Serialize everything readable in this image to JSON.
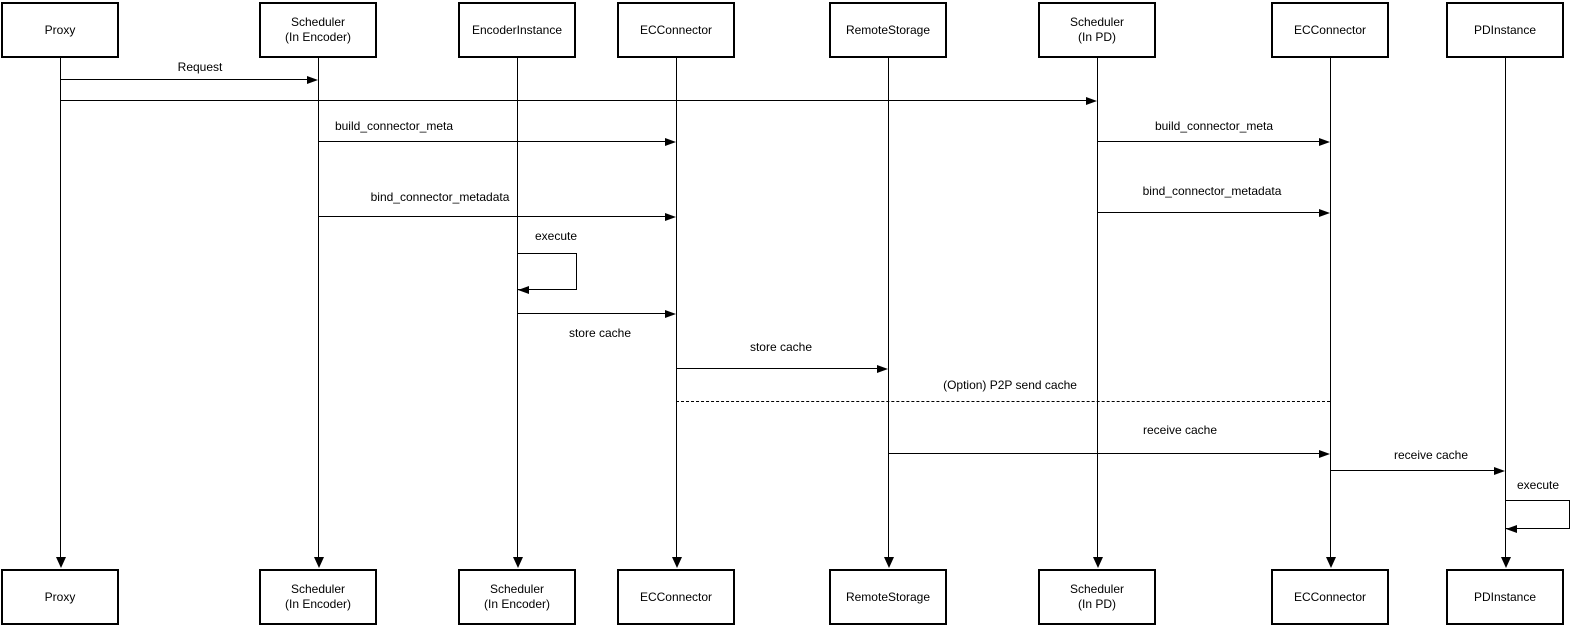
{
  "diagram": {
    "kind": "sequence-diagram",
    "colors": {
      "line": "#000000",
      "text": "#000000",
      "box_fill": "#ffffff",
      "background": "#ffffff"
    },
    "participants": [
      {
        "top": "Proxy",
        "bottom": "Proxy"
      },
      {
        "top": "Scheduler\n(In Encoder)",
        "bottom": "Scheduler\n(In Encoder)"
      },
      {
        "top": "EncoderInstance",
        "bottom": "Scheduler\n(In Encoder)"
      },
      {
        "top": "ECConnector",
        "bottom": "ECConnector"
      },
      {
        "top": "RemoteStorage",
        "bottom": "RemoteStorage"
      },
      {
        "top": "Scheduler\n(In PD)",
        "bottom": "Scheduler\n(In PD)"
      },
      {
        "top": "ECConnector",
        "bottom": "ECConnector"
      },
      {
        "top": "PDInstance",
        "bottom": "PDInstance"
      }
    ],
    "messages": [
      {
        "label": "Request",
        "from": "Proxy",
        "to": "Scheduler (In Encoder)",
        "style": "solid"
      },
      {
        "label": "",
        "from": "Proxy",
        "to": "Scheduler (In PD)",
        "style": "solid"
      },
      {
        "label": "build_connector_meta",
        "from": "Scheduler (In Encoder)",
        "to": "ECConnector",
        "style": "solid"
      },
      {
        "label": "build_connector_meta",
        "from": "Scheduler (In PD)",
        "to": "ECConnector",
        "style": "solid"
      },
      {
        "label": "bind_connector_metadata",
        "from": "Scheduler (In Encoder)",
        "to": "ECConnector",
        "style": "solid"
      },
      {
        "label": "bind_connector_metadata",
        "from": "Scheduler (In PD)",
        "to": "ECConnector",
        "style": "solid"
      },
      {
        "label": "execute",
        "from": "EncoderInstance",
        "to": "EncoderInstance",
        "style": "self-loop"
      },
      {
        "label": "store cache",
        "from": "EncoderInstance",
        "to": "ECConnector",
        "style": "solid"
      },
      {
        "label": "store cache",
        "from": "ECConnector",
        "to": "RemoteStorage",
        "style": "solid"
      },
      {
        "label": "(Option) P2P send cache",
        "from": "ECConnector",
        "to": "ECConnector (PD side)",
        "style": "dashed"
      },
      {
        "label": "receive cache",
        "from": "RemoteStorage",
        "to": "ECConnector (PD side)",
        "style": "solid"
      },
      {
        "label": "receive cache",
        "from": "ECConnector (PD side)",
        "to": "PDInstance",
        "style": "solid"
      },
      {
        "label": "execute",
        "from": "PDInstance",
        "to": "PDInstance",
        "style": "self-loop"
      }
    ]
  }
}
